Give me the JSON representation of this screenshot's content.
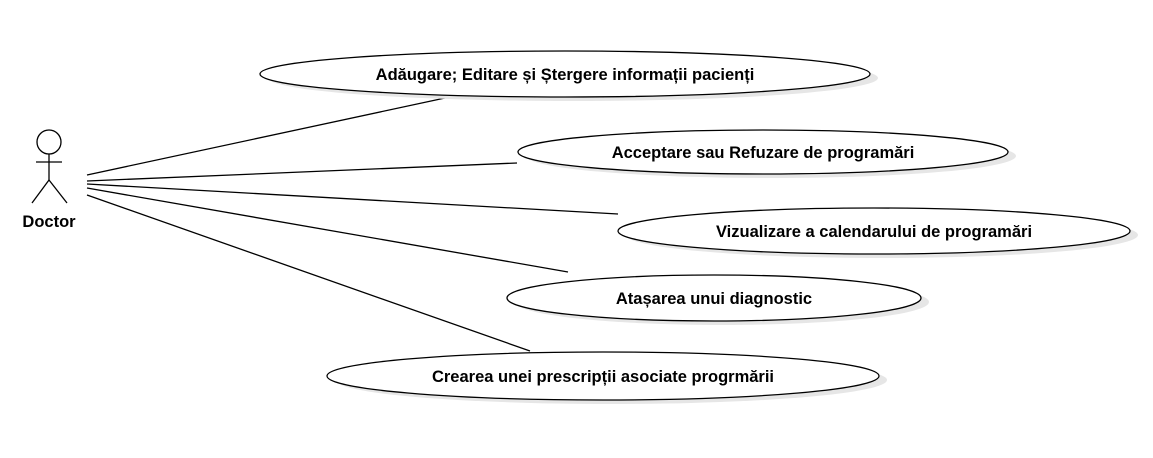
{
  "actor": {
    "label": "Doctor",
    "icon": "stick-figure-icon"
  },
  "use_cases": [
    {
      "id": "uc-patient-info",
      "label": "Adăugare; Editare și Ștergere informații pacienți"
    },
    {
      "id": "uc-accept-reject",
      "label": "Acceptare sau Refuzare de programări"
    },
    {
      "id": "uc-calendar",
      "label": "Vizualizare a calendarului de programări"
    },
    {
      "id": "uc-diagnostic",
      "label": "Atașarea unui diagnostic"
    },
    {
      "id": "uc-prescription",
      "label": "Crearea unei prescripții asociate progrmării"
    }
  ],
  "colors": {
    "stroke": "#000000",
    "fill": "#ffffff",
    "shadow": "#e6e6e6"
  }
}
